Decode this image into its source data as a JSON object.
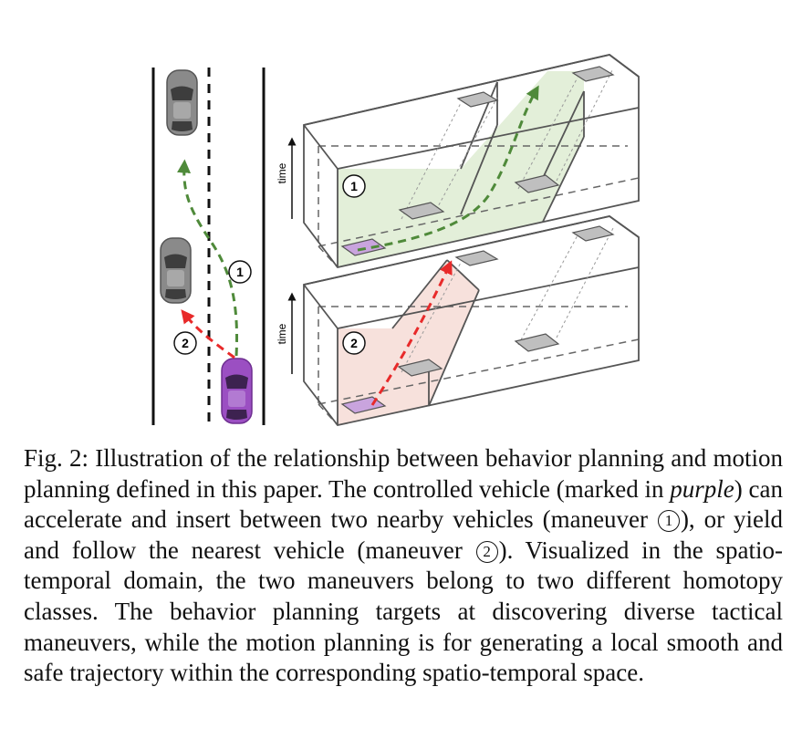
{
  "figure": {
    "axis_label": "time",
    "markers": {
      "one": "1",
      "two": "2"
    },
    "colors": {
      "controlled_vehicle": "#9b4fc2",
      "other_vehicle": "#8a8a8a",
      "maneuver_1": "#4f8a3a",
      "maneuver_1_fill": "#e3efd9",
      "maneuver_2": "#e82a2a",
      "maneuver_2_fill": "#f7e1dc"
    }
  },
  "caption": {
    "prefix": "Fig. 2: ",
    "part1": "Illustration of the relationship between behavior planning and motion planning defined in this paper. The controlled vehicle (marked in ",
    "italic": "purple",
    "part2": ") can accelerate and insert between two nearby vehicles (maneuver ",
    "marker1": "1",
    "part3": "), or yield and follow the nearest vehicle (maneuver ",
    "marker2": "2",
    "part4": "). Visualized in the spatio-temporal domain, the two maneuvers belong to two different homotopy classes. The behavior planning targets at discovering diverse tactical maneuvers, while the motion planning is for generating a local smooth and safe trajectory within the corresponding spatio-temporal space."
  }
}
